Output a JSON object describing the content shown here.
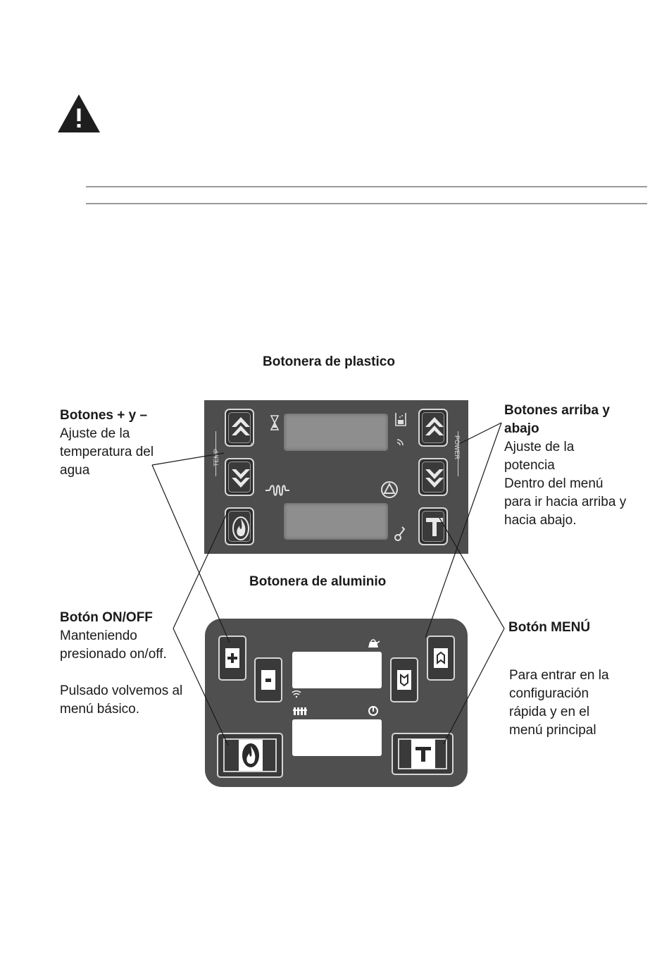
{
  "icons": {
    "warning": "warning-triangle-icon",
    "hourglass": "hourglass-icon",
    "tank": "pellet-tank-icon",
    "wifi": "wifi-icon",
    "coil": "heating-coil-icon",
    "pump": "pump-icon",
    "thermometer": "thermometer-icon",
    "flame": "flame-icon",
    "menu": "t-menu-icon",
    "plus": "plus-icon",
    "minus": "minus-icon",
    "up": "up-arrow-icon",
    "down": "down-arrow-icon",
    "kettle": "kettle-icon",
    "radiator": "radiator-icon"
  },
  "headings": {
    "plastic": "Botonera de plastico",
    "aluminum": "Botonera de aluminio"
  },
  "panel_labels": {
    "temp": "TEMP",
    "power": "POWER"
  },
  "callouts": {
    "plus_minus": {
      "title": "Botones + y  –",
      "lines": [
        "Ajuste de la",
        "temperatura del",
        "agua"
      ]
    },
    "up_down": {
      "title_lines": [
        "Botones arriba y",
        "abajo"
      ],
      "lines": [
        "Ajuste de la",
        "potencia",
        "Dentro del menú",
        "para ir hacia arriba y",
        "hacia abajo."
      ]
    },
    "on_off": {
      "title": "Botón ON/OFF",
      "lines": [
        "Manteniendo",
        "presionado on/off."
      ],
      "lines2": [
        "Pulsado volvemos al",
        "menú básico."
      ]
    },
    "menu": {
      "title": "Botón MENÚ",
      "lines": [
        "Para entrar en la",
        "configuración",
        "rápida y en el",
        "menú principal"
      ]
    }
  },
  "colors": {
    "panel_plastic": "#4d4d4d",
    "panel_aluminum": "#4f4f4f",
    "lcd": "#8e8e8e"
  }
}
